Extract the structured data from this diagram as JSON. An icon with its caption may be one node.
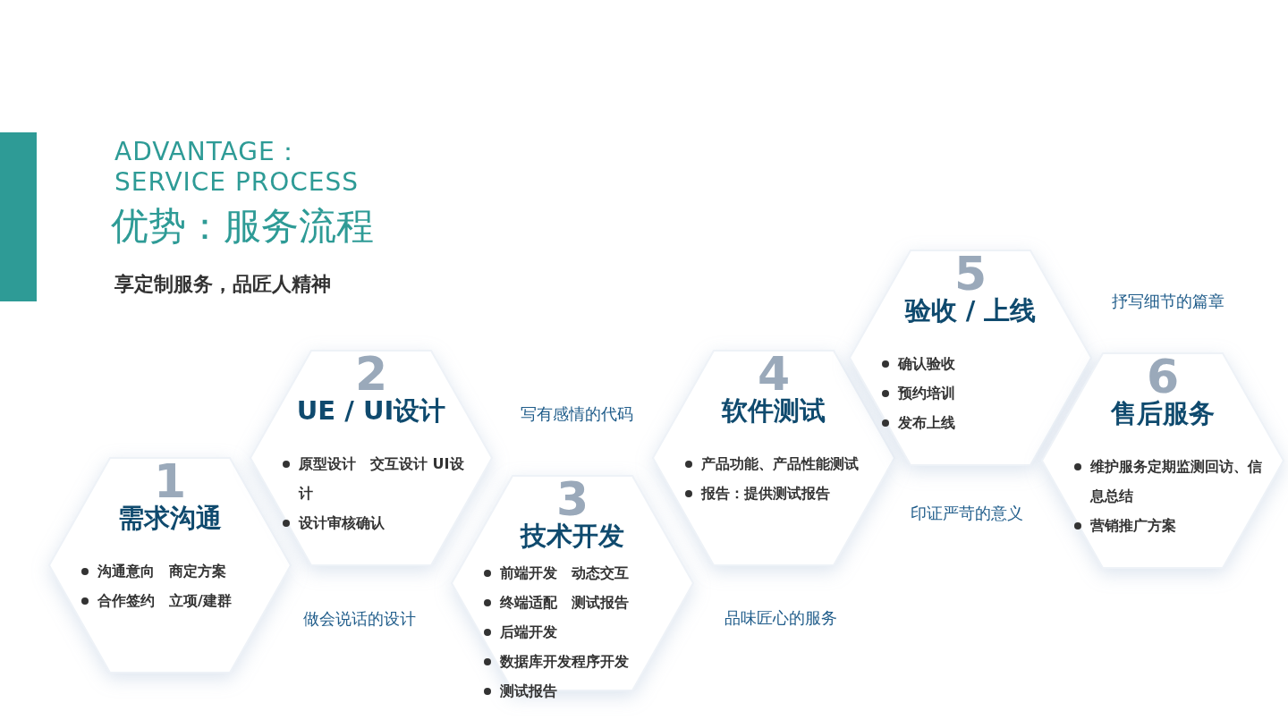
{
  "diagram": {
    "title": "优势：服务流程",
    "nodes": [
      {
        "text": [
          "1",
          "需求沟通",
          "沟通意向　商定方案",
          "合作签约　立项/建群"
        ]
      },
      {
        "text": [
          "2",
          "UE / UI设计",
          "原型设计　交互设计 UI设计",
          "设计审核确认"
        ]
      },
      {
        "text": [
          "3",
          "技术开发",
          "前端开发　动态交互",
          "终端适配　测试报告",
          "后端开发",
          "数据库开发程序开发",
          "测试报告"
        ]
      },
      {
        "text": [
          "4",
          "软件测试",
          "产品功能、产品性能测试",
          "报告：提供测试报告"
        ]
      },
      {
        "text": [
          "5",
          "验收 / 上线",
          "确认验收",
          "预约培训",
          "发布上线"
        ]
      },
      {
        "text": [
          "6",
          "售后服务",
          "维护服务定期监测回访、信息总结",
          "营销推广方案"
        ]
      }
    ],
    "labels": [
      "ADVANTAGE：SERVICE PROCESS",
      "享定制服务，品匠人精神",
      "抒写细节的篇章",
      "写有感情的代码",
      "印证严苛的意义",
      "做会说话的设计",
      "品味匠心的服务"
    ]
  }
}
